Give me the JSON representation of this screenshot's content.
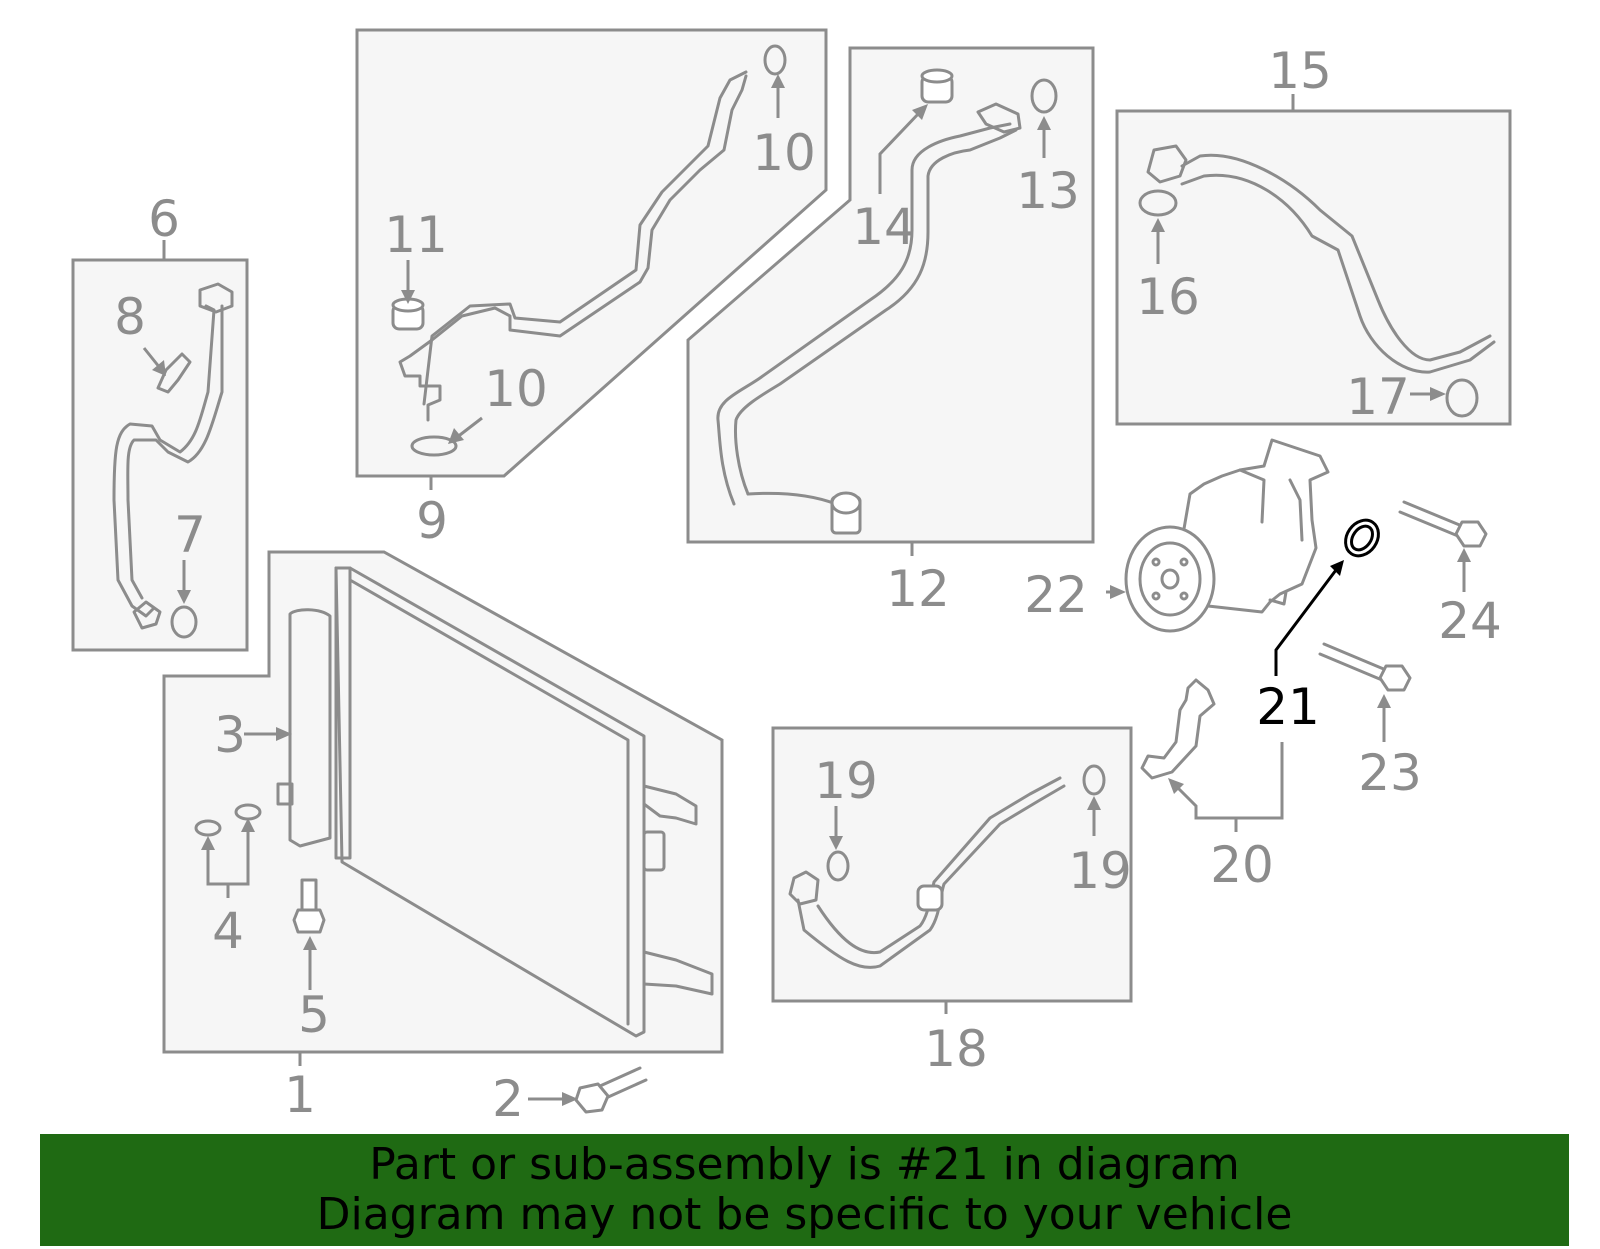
{
  "callouts": [
    "1",
    "2",
    "3",
    "4",
    "5",
    "6",
    "7",
    "8",
    "9",
    "10",
    "10",
    "11",
    "12",
    "13",
    "14",
    "15",
    "16",
    "17",
    "18",
    "19",
    "19",
    "20",
    "21",
    "22",
    "23",
    "24"
  ],
  "highlight": "21",
  "banner": {
    "line1": "Part or sub-assembly is #21 in diagram",
    "line2": "Diagram may not be specific to your vehicle"
  },
  "colors": {
    "parts": "#8c8c8c",
    "highlight": "#000000",
    "banner": "#1f6a13",
    "panel": "#f6f6f6"
  }
}
